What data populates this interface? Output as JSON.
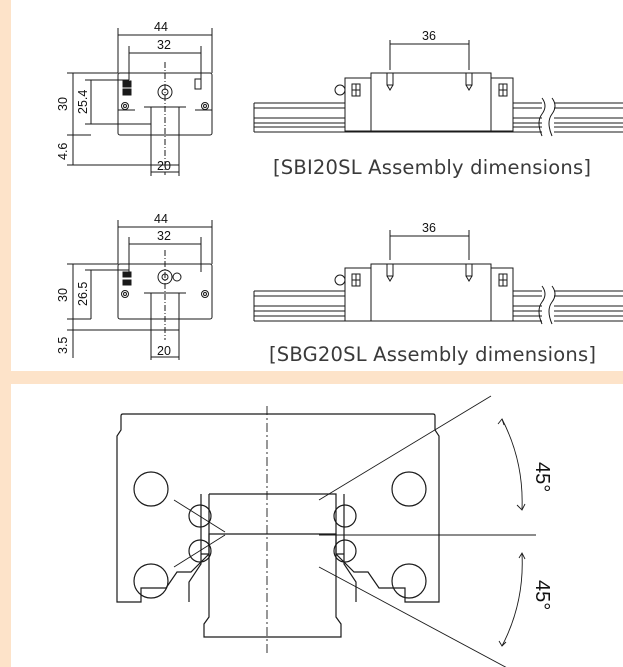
{
  "captions": {
    "sbi": "[SBI20SL Assembly dimensions]",
    "sbg": "[SBG20SL Assembly dimensions]"
  },
  "sbi": {
    "overall_width": "44",
    "hole_span": "32",
    "height": "30",
    "center_height": "25.4",
    "bottom_gap": "4.6",
    "rail_width": "20",
    "side_hole_span": "36"
  },
  "sbg": {
    "overall_width": "44",
    "hole_span": "32",
    "height": "30",
    "center_height": "26.5",
    "bottom_gap": "3.5",
    "rail_width": "20",
    "side_hole_span": "36"
  },
  "contact_angle": {
    "upper": "45°",
    "lower": "45°"
  },
  "colors": {
    "background": "#fde3c9",
    "panel": "#ffffff",
    "line": "#1a1a1a"
  }
}
